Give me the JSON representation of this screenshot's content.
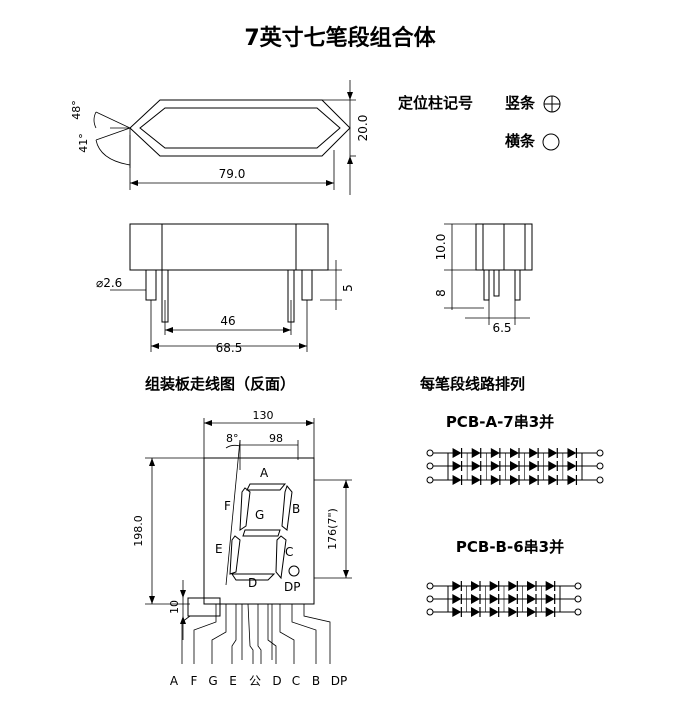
{
  "title": "7英寸七笔段组合体",
  "legend": {
    "heading": "定位柱记号",
    "vertical": "竖条",
    "horizontal": "横条"
  },
  "top_view": {
    "angle_top": "48°",
    "angle_bottom": "41°",
    "height": "20.0",
    "width": "79.0"
  },
  "side_view": {
    "pin_dia": "2.6",
    "pin_len": "5",
    "pin_pitch": "46",
    "pin_span": "68.5"
  },
  "end_view": {
    "body_h": "10.0",
    "pin_len": "8",
    "width": "6.5"
  },
  "pcb_title": "组装板走线图（反面）",
  "pcb": {
    "width": "130",
    "height": "198.0",
    "digit_height": "176(7\")",
    "segment_width": "98",
    "slant": "8°",
    "bottom_offset": "10",
    "segments": [
      "A",
      "B",
      "C",
      "D",
      "E",
      "F",
      "G",
      "DP"
    ],
    "pins": [
      "A",
      "F",
      "G",
      "E",
      "公",
      "D",
      "C",
      "B",
      "DP"
    ]
  },
  "arrangement_title": "每笔段线路排列",
  "variants": [
    {
      "name": "PCB-A-7串3并"
    },
    {
      "name": "PCB-B-6串3并"
    }
  ]
}
